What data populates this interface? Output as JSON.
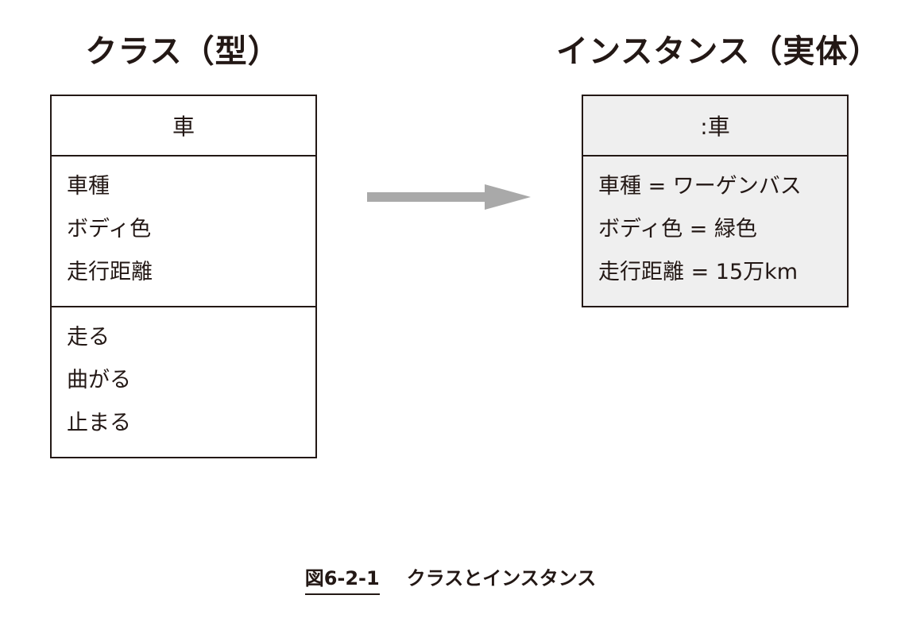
{
  "class_heading": "クラス（型）",
  "instance_heading": "インスタンス（実体）",
  "class_box": {
    "name": "車",
    "attributes": [
      "車種",
      "ボディ色",
      "走行距離"
    ],
    "operations": [
      "走る",
      "曲がる",
      "止まる"
    ]
  },
  "instance_box": {
    "name": ":車",
    "attributes": [
      "車種 = ワーゲンバス",
      "ボディ色 = 緑色",
      "走行距離 = 15万km"
    ]
  },
  "caption": {
    "number": "図6-2-1",
    "text": "クラスとインスタンス"
  },
  "colors": {
    "ink": "#231815",
    "arrow": "#a9a9a9",
    "instance_fill": "#efefef"
  }
}
